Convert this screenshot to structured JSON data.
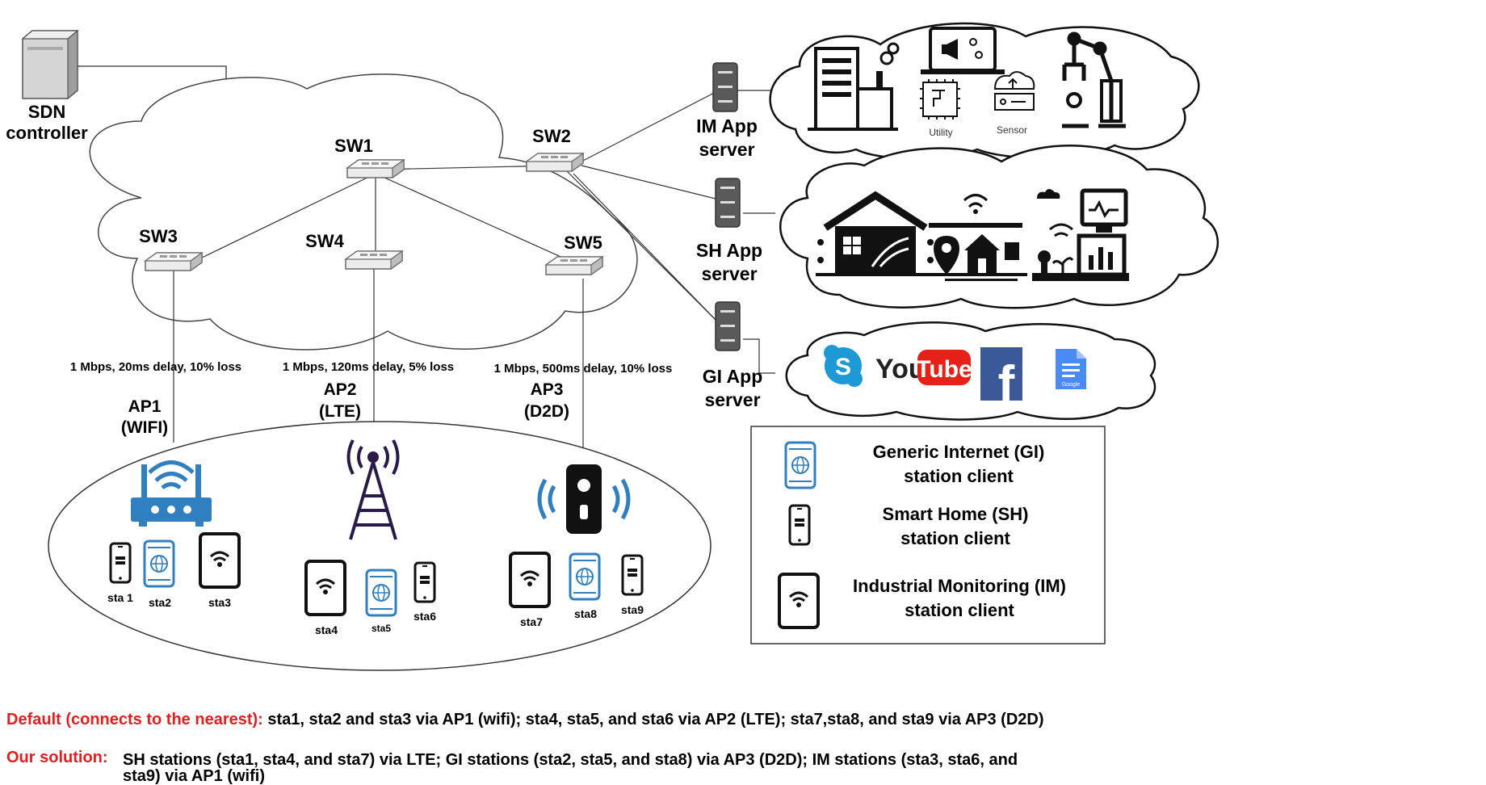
{
  "sdn": {
    "line1": "SDN",
    "line2": "controller"
  },
  "switches": {
    "sw1": "SW1",
    "sw2": "SW2",
    "sw3": "SW3",
    "sw4": "SW4",
    "sw5": "SW5"
  },
  "links": {
    "l1": "1 Mbps, 20ms delay, 10% loss",
    "l2": "1 Mbps, 120ms delay, 5% loss",
    "l3": "1 Mbps, 500ms delay, 10% loss"
  },
  "aps": {
    "ap1": {
      "name": "AP1",
      "type": "(WIFI)"
    },
    "ap2": {
      "name": "AP2",
      "type": "(LTE)"
    },
    "ap3": {
      "name": "AP3",
      "type": "(D2D)"
    }
  },
  "servers": {
    "im": {
      "line1": "IM App",
      "line2": "server"
    },
    "sh": {
      "line1": "SH App",
      "line2": "server"
    },
    "gi": {
      "line1": "GI App",
      "line2": "server"
    }
  },
  "stations": {
    "sta1": "sta 1",
    "sta2": "sta2",
    "sta3": "sta3",
    "sta4": "sta4",
    "sta5": "sta5",
    "sta6": "sta6",
    "sta7": "sta7",
    "sta8": "sta8",
    "sta9": "sta9"
  },
  "cloud_labels": {
    "utility": "Utility",
    "sensor": "Sensor"
  },
  "gi_logos": {
    "youtube_a": "You",
    "youtube_b": "Tube",
    "facebook": "f",
    "skype": "S",
    "docs": "Google"
  },
  "legend": {
    "gi": {
      "line1": "Generic Internet (GI)",
      "line2": "station client"
    },
    "sh": {
      "line1": "Smart Home (SH)",
      "line2": "station client"
    },
    "im": {
      "line1": "Industrial Monitoring (IM)",
      "line2": "station client"
    }
  },
  "notes": {
    "default_label": "Default (connects to the nearest):",
    "default_text": "sta1, sta2 and sta3 via AP1 (wifi); sta4, sta5, and sta6 via AP2 (LTE); sta7,sta8, and sta9 via AP3 (D2D)",
    "solution_label": "Our solution:",
    "solution_text1": "SH stations (sta1, sta4, and sta7) via LTE; GI stations (sta2, sta5, and sta8) via AP3 (D2D); IM stations (sta3, sta6, and",
    "solution_text2": "sta9) via AP1 (wifi)"
  },
  "colors": {
    "wifi_blue": "#2f7fc1",
    "red_label": "#e02020",
    "tower_purple": "#2a1a4a"
  }
}
